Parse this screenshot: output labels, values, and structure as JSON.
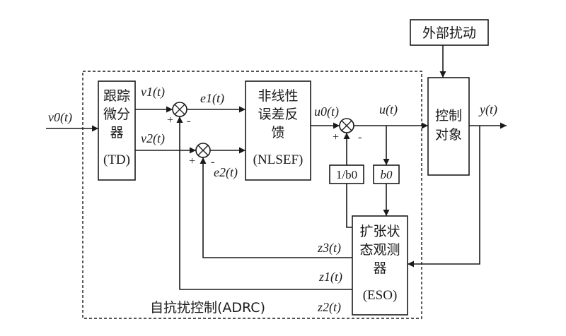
{
  "blocks": {
    "td": {
      "lines": [
        "跟踪",
        "微分",
        "器",
        "(TD)"
      ]
    },
    "nlsef": {
      "lines": [
        "非线性",
        "误差反",
        "馈",
        "(NLSEF)"
      ]
    },
    "plant": {
      "lines": [
        "控制",
        "对象"
      ]
    },
    "disturbance": {
      "label": "外部扰动"
    },
    "eso": {
      "lines": [
        "扩张状",
        "态观测",
        "器",
        "(ESO)"
      ]
    },
    "gain_inv_b0": {
      "label": "1/b0"
    },
    "gain_b0": {
      "label": "b0"
    }
  },
  "signals": {
    "v0": "v0(t)",
    "v1": "v1(t)",
    "v2": "v2(t)",
    "e1": "e1(t)",
    "e2": "e2(t)",
    "u0": "u0(t)",
    "u": "u(t)",
    "y": "y(t)",
    "z1": "z1(t)",
    "z2": "z2(t)",
    "z3": "z3(t)"
  },
  "signs": {
    "plus": "+",
    "minus": "-"
  },
  "region_label": "自抗扰控制(ADRC)"
}
